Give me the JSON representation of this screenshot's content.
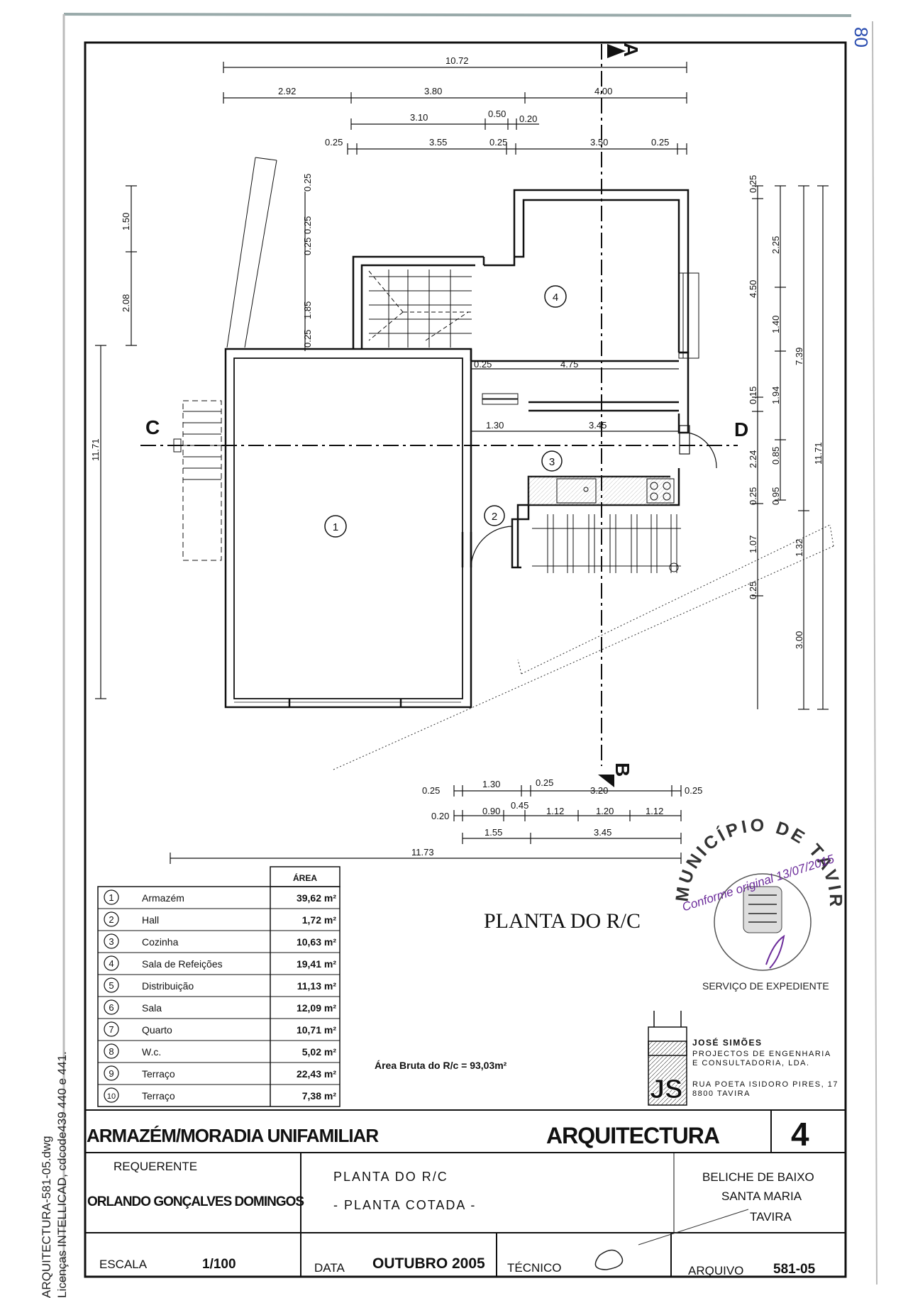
{
  "dimensions": {
    "top": [
      "10.72",
      "2.92",
      "3.80",
      "4.00",
      "3.10",
      "0.50",
      "0.20",
      "0.25",
      "3.55",
      "0.25",
      "3.50",
      "0.25"
    ],
    "left": [
      "1.50",
      "2.08",
      "11.71"
    ],
    "center_vertical": [
      "0.25",
      "0.25",
      "0.25",
      "1.85",
      "0.25"
    ],
    "interior": [
      "0.25",
      "4.75",
      "1.30",
      "3.45"
    ],
    "right": [
      "0.25",
      "2.25",
      "4.50",
      "1.40",
      "7.39",
      "0.15",
      "1.94",
      "2.24",
      "0.85",
      "0.95",
      "0.25",
      "11.71",
      "1.07",
      "1.32",
      "0.25",
      "3.00"
    ],
    "bottom": [
      "0.25",
      "1.30",
      "0.25",
      "3.20",
      "0.25",
      "0.20",
      "0.90",
      "0.45",
      "1.12",
      "1.20",
      "1.12",
      "1.55",
      "3.45",
      "11.73"
    ]
  },
  "section_labels": {
    "a": "A",
    "b": "B",
    "c": "C",
    "d": "D"
  },
  "room_numbers": [
    "1",
    "2",
    "3",
    "4"
  ],
  "area_table": {
    "header": "ÁREA",
    "rows": [
      {
        "num": "1",
        "name": "Armazém",
        "area": "39,62 m²"
      },
      {
        "num": "2",
        "name": "Hall",
        "area": "1,72 m²"
      },
      {
        "num": "3",
        "name": "Cozinha",
        "area": "10,63 m²"
      },
      {
        "num": "4",
        "name": "Sala de Refeições",
        "area": "19,41 m²"
      },
      {
        "num": "5",
        "name": "Distribuição",
        "area": "11,13 m²"
      },
      {
        "num": "6",
        "name": "Sala",
        "area": "12,09 m²"
      },
      {
        "num": "7",
        "name": "Quarto",
        "area": "10,71 m²"
      },
      {
        "num": "8",
        "name": "W.c.",
        "area": "5,02 m²"
      },
      {
        "num": "9",
        "name": "Terraço",
        "area": "22,43 m²"
      },
      {
        "num": "10",
        "name": "Terraço",
        "area": "7,38 m²"
      }
    ]
  },
  "drawing_title": "PLANTA DO R/C",
  "gross_area": "Área Bruta do R/c = 93,03m²",
  "stamp": {
    "text": "MUNICÍPIO DE TAVIRA",
    "service": "SERVIÇO DE EXPEDIENTE",
    "handwriting": "Conforme original 13/07/2015"
  },
  "company": {
    "logo": "JS",
    "name": "JOSÉ SIMÕES",
    "line1": "PROJECTOS DE ENGENHARIA",
    "line2": "E CONSULTADORIA, LDA.",
    "address1": "RUA POETA ISIDORO PIRES, 17",
    "address2": "8800 TAVIRA"
  },
  "title_block": {
    "project": "ARMAZÉM/MORADIA UNIFAMILIAR",
    "discipline": "ARQUITECTURA",
    "sheet_number": "4",
    "requerente_label": "REQUERENTE",
    "requerente": "ORLANDO GONÇALVES DOMINGOS",
    "drawing_line1": "PLANTA DO R/C",
    "drawing_line2": "- PLANTA COTADA -",
    "location1": "BELICHE DE BAIXO",
    "location2": "SANTA MARIA",
    "location3": "TAVIRA",
    "escala_label": "ESCALA",
    "escala": "1/100",
    "data_label": "DATA",
    "data": "OUTUBRO 2005",
    "tecnico_label": "TÉCNICO",
    "arquivo_label": "ARQUIVO",
    "arquivo": "581-05"
  },
  "side_note": {
    "line1": "ARQUITECTURA-581-05.dwg",
    "line2": "Licenças INTELLICAD, cdcode439 440 e 441."
  },
  "margin_mark": "80"
}
